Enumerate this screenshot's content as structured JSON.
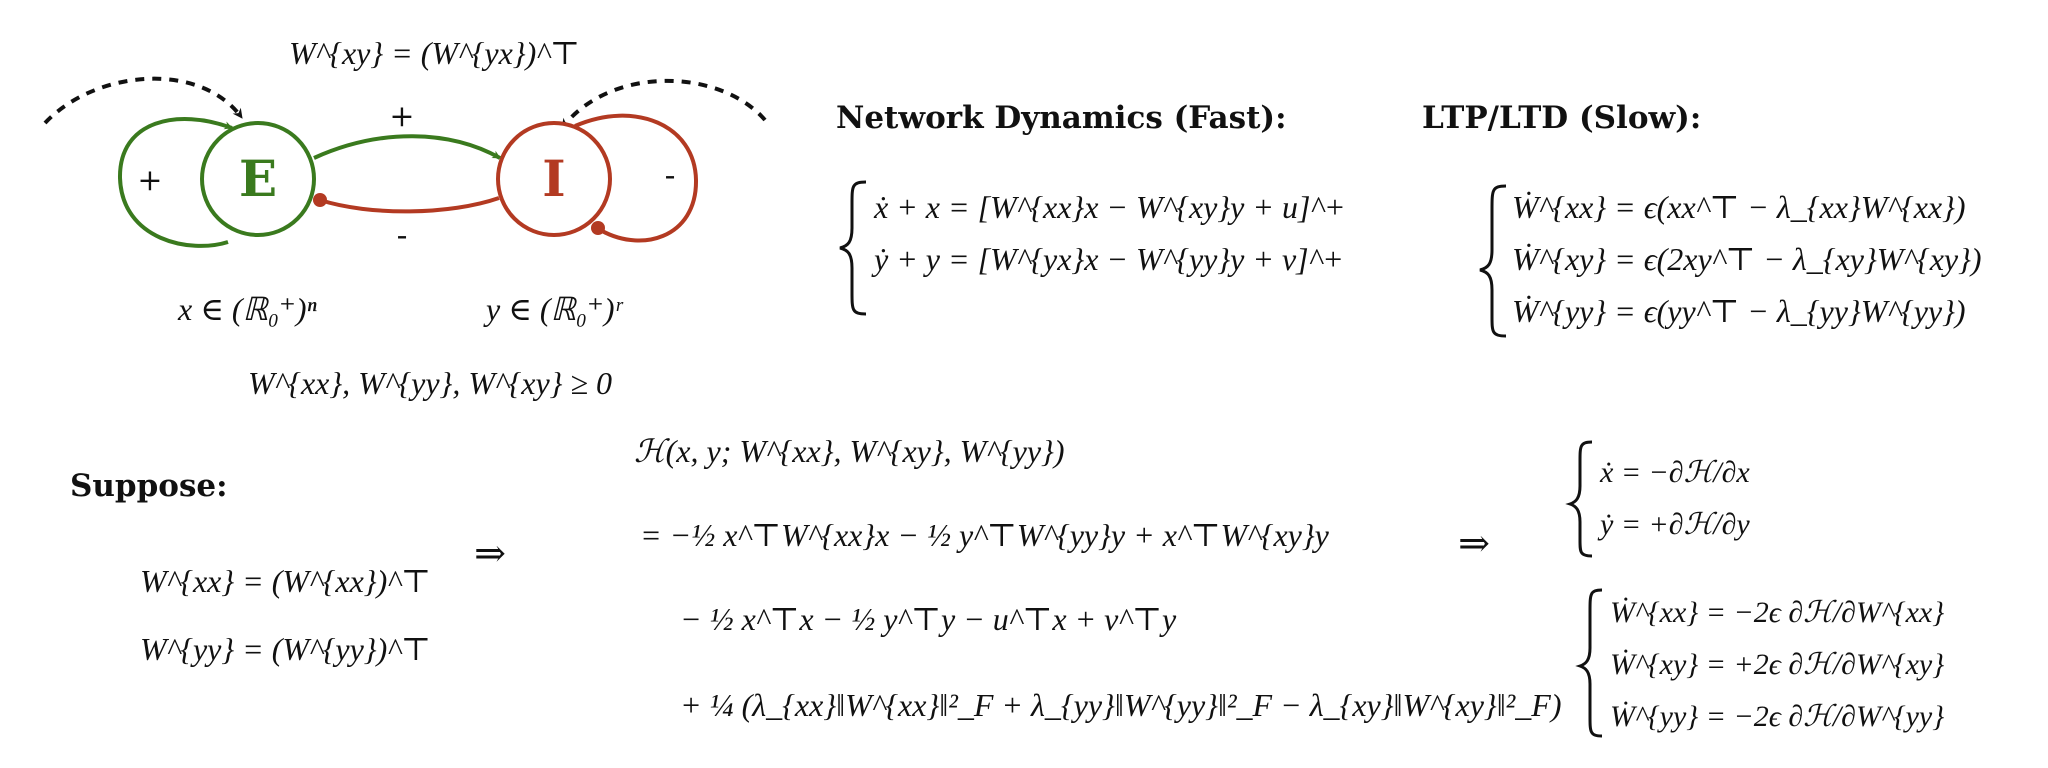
{
  "colors": {
    "excitatory": "#3a7a1e",
    "inhibitory": "#b33a22",
    "text": "#111111"
  },
  "diagram": {
    "e_label": "E",
    "i_label": "I",
    "e_self_sign": "+",
    "i_self_sign": "-",
    "e_to_i_sign": "+",
    "i_to_e_sign": "-",
    "weight_symmetry": "W^{xy} = (W^{yx})^⊤",
    "x_domain": "x ∈ (ℝ₀⁺)ⁿ",
    "y_domain": "y ∈ (ℝ₀⁺)ʳ",
    "nonneg_constraint": "W^{xx}, W^{yy}, W^{xy} ≥ 0"
  },
  "fast_dynamics": {
    "heading": "Network Dynamics (Fast):",
    "equations": [
      "ẋ + x = [W^{xx}x − W^{xy}y + u]^+",
      "ẏ + y = [W^{yx}x − W^{yy}y + v]^+"
    ]
  },
  "slow_plasticity": {
    "heading": "LTP/LTD (Slow):",
    "equations": [
      "Ẇ^{xx} = ϵ(xx^⊤ − λ_{xx}W^{xx})",
      "Ẇ^{xy} = ϵ(2xy^⊤ − λ_{xy}W^{xy})",
      "Ẇ^{yy} = ϵ(yy^⊤ − λ_{yy}W^{yy})"
    ]
  },
  "suppose": {
    "heading": "Suppose:",
    "conditions": [
      "W^{xx} = (W^{xx})^⊤",
      "W^{yy} = (W^{yy})^⊤"
    ]
  },
  "implies_symbol": "⇒",
  "hamiltonian": {
    "signature": "ℋ(x, y; W^{xx}, W^{xy}, W^{yy})",
    "lines": [
      "= −½ x^⊤W^{xx}x − ½ y^⊤W^{yy}y + x^⊤W^{xy}y",
      "− ½ x^⊤x − ½ y^⊤y − u^⊤x + v^⊤y",
      "+ ¼ (λ_{xx}‖W^{xx}‖²_F + λ_{yy}‖W^{yy}‖²_F − λ_{xy}‖W^{xy}‖²_F)"
    ]
  },
  "gradient_flow": {
    "state_equations": [
      "ẋ = −∂ℋ/∂x",
      "ẏ = +∂ℋ/∂y"
    ],
    "weight_equations": [
      "Ẇ^{xx} = −2ϵ ∂ℋ/∂W^{xx}",
      "Ẇ^{xy} = +2ϵ ∂ℋ/∂W^{xy}",
      "Ẇ^{yy} = −2ϵ ∂ℋ/∂W^{yy}"
    ]
  }
}
